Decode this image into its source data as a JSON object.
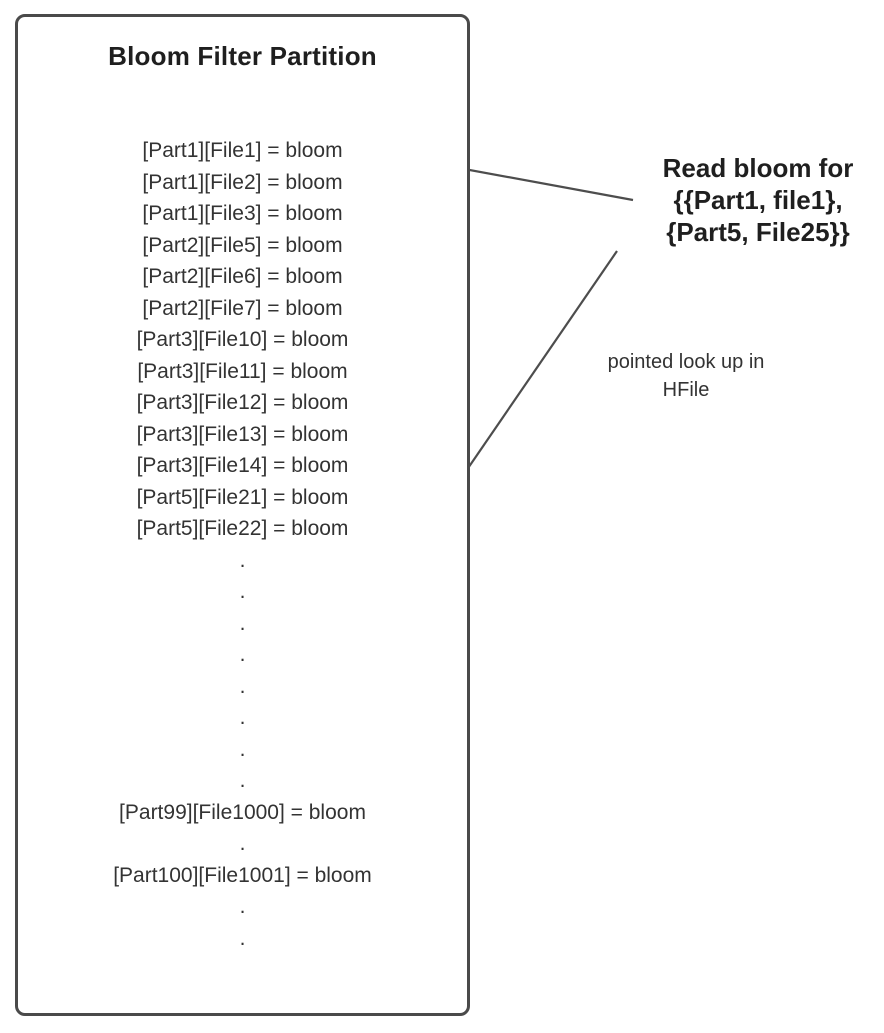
{
  "colors": {
    "border": "#4a4a4a",
    "text": "#333333",
    "arrow": "#4d4d4d",
    "background": "#ffffff"
  },
  "box": {
    "title": "Bloom Filter Partition",
    "entries": [
      "[Part1][File1] = bloom",
      "[Part1][File2] = bloom",
      "[Part1][File3] = bloom",
      "[Part2][File5] = bloom",
      "[Part2][File6] = bloom",
      "[Part2][File7] = bloom",
      "[Part3][File10] = bloom",
      "[Part3][File11] = bloom",
      "[Part3][File12] = bloom",
      "[Part3][File13] = bloom",
      "[Part3][File14] = bloom",
      "[Part5][File21] = bloom",
      "[Part5][File22] = bloom"
    ],
    "dots_after_entries": [
      ".",
      ".",
      ".",
      ".",
      ".",
      ".",
      ".",
      "."
    ],
    "entry_part99": "[Part99][File1000] = bloom",
    "dots_between": [
      "."
    ],
    "entry_part100": "[Part100][File1001] = bloom",
    "dots_trailing": [
      ".",
      "."
    ]
  },
  "annotations": {
    "read_bloom_lines": [
      "Read bloom for",
      "{{Part1, file1},",
      "{Part5, File25}}"
    ],
    "pointed_lookup_lines": [
      "pointed look up in",
      "HFile"
    ]
  }
}
